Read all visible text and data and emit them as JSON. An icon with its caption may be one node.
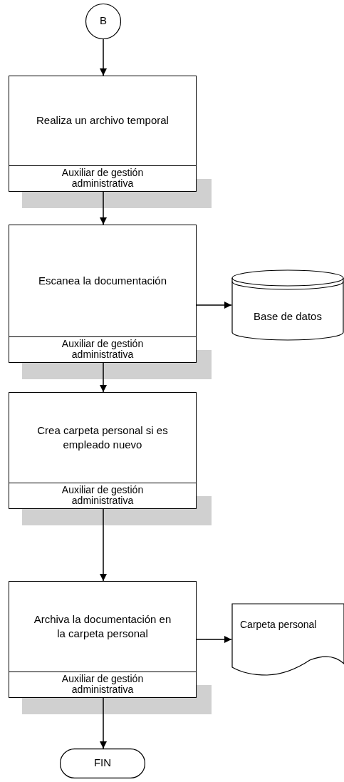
{
  "diagram": {
    "nodes": [
      {
        "text": [
          "B"
        ]
      },
      {
        "text": [
          "Realiza un archivo temporal",
          "Auxiliar de gestión administrativa"
        ]
      },
      {
        "text": [
          "Escanea la documentación",
          "Auxiliar de gestión administrativa"
        ]
      },
      {
        "text": [
          "Base de datos"
        ]
      },
      {
        "text": [
          "Crea carpeta personal si es empleado nuevo",
          "Auxiliar de gestión administrativa"
        ]
      },
      {
        "text": [
          "Archiva la documentación en la carpeta personal",
          "Auxiliar de gestión administrativa"
        ]
      },
      {
        "text": [
          "Carpeta personal"
        ]
      },
      {
        "text": [
          "FIN"
        ]
      }
    ],
    "edges": [
      {
        "from": 0,
        "to": 1,
        "arrow": "to"
      },
      {
        "from": 1,
        "to": 2,
        "arrow": "to"
      },
      {
        "from": 2,
        "to": 3,
        "arrow": "to"
      },
      {
        "from": 2,
        "to": 4,
        "arrow": "to"
      },
      {
        "from": 4,
        "to": 5,
        "arrow": "to"
      },
      {
        "from": 5,
        "to": 6,
        "arrow": "to"
      },
      {
        "from": 5,
        "to": 7,
        "arrow": "to"
      }
    ]
  }
}
